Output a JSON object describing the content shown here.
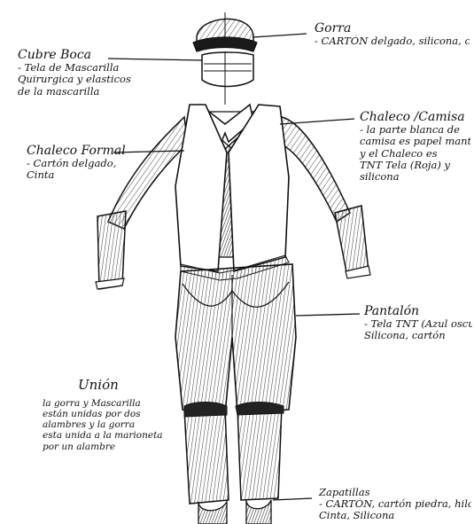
{
  "labels": {
    "gorra": {
      "title": "Gorra",
      "desc": [
        "- CARTÓN delgado, silicona, cinta"
      ]
    },
    "cubre_boca": {
      "title": "Cubre Boca",
      "desc": [
        "- Tela de Mascarilla",
        "Quirurgica y elasticos",
        "de la mascarilla"
      ]
    },
    "chaleco_camisa": {
      "title": "Chaleco /Camisa",
      "desc": [
        "- la parte blanca de",
        "camisa es papel mantequilla",
        "y el Chaleco es",
        "TNT Tela (Roja) y",
        "silicona"
      ]
    },
    "chaleco_formal": {
      "title": "Chaleco Formal",
      "desc": [
        "- Cartón delgado,",
        "Cinta"
      ]
    },
    "pantalon": {
      "title": "Pantalón",
      "desc": [
        "- Tela TNT (Azul oscuro)",
        "Silicona, cartón"
      ]
    },
    "zapatillas": {
      "title": "Zapatillas",
      "desc": [
        "- CARTÓN, cartón piedra, hilo rosado",
        "Cinta, Silicona"
      ]
    },
    "union": {
      "title": "Unión",
      "desc": [
        "la gorra y Mascarilla",
        "están unidas por dos",
        "alambres y la gorra",
        "esta unida a la marioneta",
        "por un alambre"
      ]
    }
  },
  "colors": {
    "ink": "#111111",
    "paper": "#ffffff",
    "shade": "#555555"
  }
}
